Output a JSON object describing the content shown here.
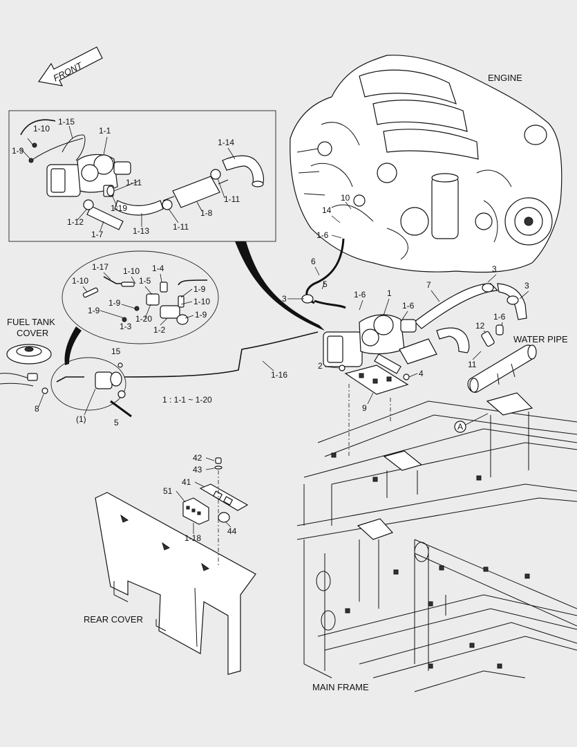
{
  "labels": {
    "front": "FRONT",
    "engine": "ENGINE",
    "fuel_tank_cover_line1": "FUEL TANK",
    "fuel_tank_cover_line2": "COVER",
    "water_pipe": "WATER PIPE",
    "rear_cover": "REAR COVER",
    "main_frame": "MAIN FRAME",
    "range_note": "1 : 1-1 ~ 1-20",
    "detail_ref": "A",
    "sub_assembly": "(1)"
  },
  "callouts": {
    "c1_15": "1-15",
    "c1_10a": "1-10",
    "c1_9a": "1-9",
    "c1_1": "1-1",
    "c1_14": "1-14",
    "c1_11a": "1-11",
    "c1_11b": "1-11",
    "c1_11c": "1-11",
    "c1_19": "1-19",
    "c1_12": "1-12",
    "c1_7": "1-7",
    "c1_13": "1-13",
    "c1_8": "1-8",
    "c1_17": "1-17",
    "c1_10b": "1-10",
    "c1_4": "1-4",
    "c1_10c": "1-10",
    "c1_5": "1-5",
    "c1_9b": "1-9",
    "c1_9c": "1-9",
    "c1_9d": "1-9",
    "c1_10d": "1-10",
    "c1_9e": "1-9",
    "c1_3": "1-3",
    "c1_20": "1-20",
    "c1_2": "1-2",
    "c10": "10",
    "c14": "14",
    "c1_6a": "1-6",
    "c6": "6",
    "c5a": "5",
    "c3a": "3",
    "c1_6b": "1-6",
    "c1": "1",
    "c1_6c": "1-6",
    "c7": "7",
    "c3b": "3",
    "c3c": "3",
    "c1_6d": "1-6",
    "c12": "12",
    "c11": "11",
    "c1_16": "1-16",
    "c2": "2",
    "c4": "4",
    "c9": "9",
    "c15": "15",
    "c8": "8",
    "c5b": "5",
    "c42": "42",
    "c43": "43",
    "c41": "41",
    "c51": "51",
    "c1_18": "1-18",
    "c44": "44"
  }
}
